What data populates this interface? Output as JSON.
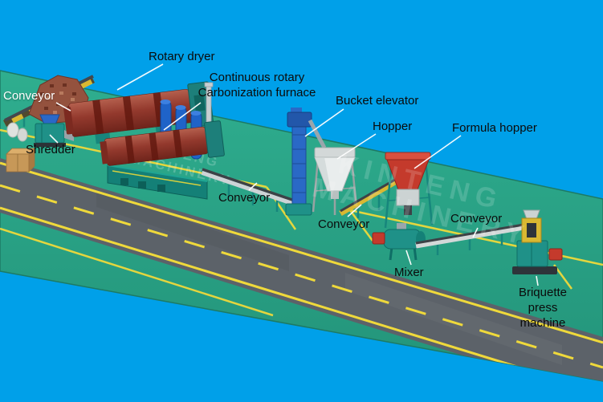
{
  "watermark": {
    "line1": "KINTENG",
    "line2": "MACHINERY"
  },
  "labels": {
    "conveyor_top": "Conveyor",
    "rotary_dryer": "Rotary dryer",
    "carbonization_furnace": "Continuous rotary Carbonization furnace",
    "bucket_elevator": "Bucket elevator",
    "hopper": "Hopper",
    "formula_hopper": "Formula hopper",
    "shredder": "Shredder",
    "conveyor_mid": "Conveyor",
    "conveyor_hopper": "Conveyor",
    "conveyor_right": "Conveyor",
    "mixer": "Mixer",
    "briquette_press": "Briquette press machine"
  },
  "colors": {
    "background_blue": "#00A0E9",
    "platform_green": "#2BA185",
    "road_gray": "#5C6269",
    "marking_yellow": "#EFD93B",
    "label_text": "#0B0B0B",
    "leader_line": "#FFFFFF",
    "dryer_red": "#93392D",
    "machine_teal": "#1F9188",
    "pipe_blue": "#1F63C8",
    "elevator_blue": "#2A69C6",
    "hopper_red": "#C43A2C",
    "frame_yellow": "#D9B832"
  }
}
